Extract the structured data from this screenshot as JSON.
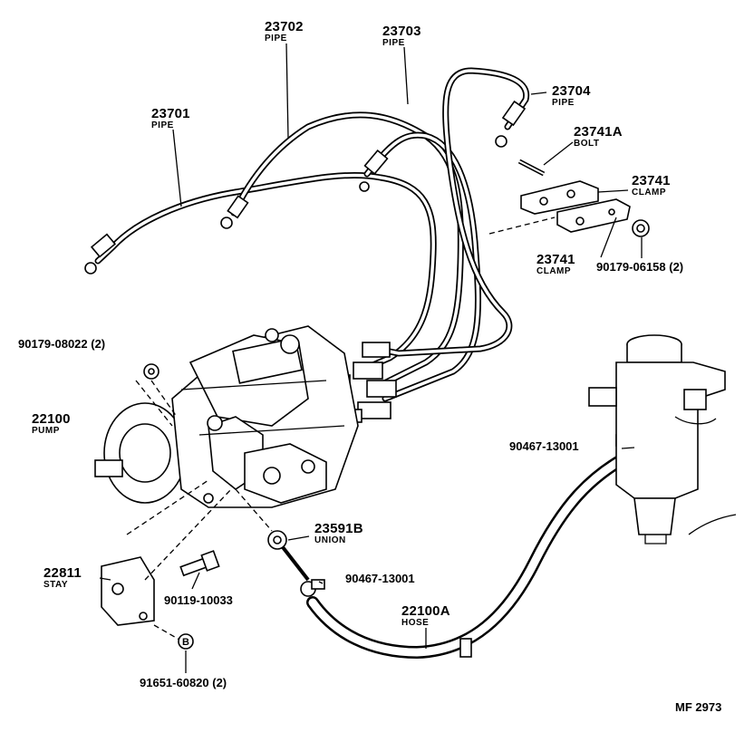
{
  "diagram": {
    "callouts": [
      {
        "id": "23701",
        "number": "23701",
        "name": "PIPE"
      },
      {
        "id": "23702",
        "number": "23702",
        "name": "PIPE"
      },
      {
        "id": "23703",
        "number": "23703",
        "name": "PIPE"
      },
      {
        "id": "23704",
        "number": "23704",
        "name": "PIPE"
      },
      {
        "id": "23741A",
        "number": "23741A",
        "name": "BOLT"
      },
      {
        "id": "23741-upper",
        "number": "23741",
        "name": "CLAMP"
      },
      {
        "id": "23741-lower",
        "number": "23741",
        "name": "CLAMP"
      },
      {
        "id": "90179-06158",
        "number": "90179-06158 (2)"
      },
      {
        "id": "90179-08022",
        "number": "90179-08022 (2)"
      },
      {
        "id": "22100",
        "number": "22100",
        "name": "PUMP"
      },
      {
        "id": "90467-13001-a",
        "number": "90467-13001"
      },
      {
        "id": "23591B",
        "number": "23591B",
        "name": "UNION"
      },
      {
        "id": "90467-13001-b",
        "number": "90467-13001"
      },
      {
        "id": "22811",
        "number": "22811",
        "name": "STAY"
      },
      {
        "id": "90119-10033",
        "number": "90119-10033"
      },
      {
        "id": "22100A",
        "number": "22100A",
        "name": "HOSE"
      },
      {
        "id": "91651-60820",
        "number": "91651-60820 (2)"
      }
    ],
    "marker_b": "B",
    "figure_code": "MF 2973"
  }
}
